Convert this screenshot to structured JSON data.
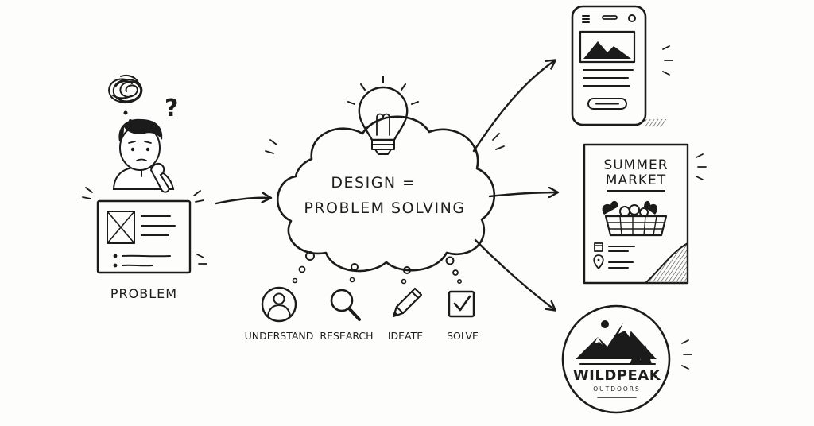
{
  "center": {
    "line1": "DESIGN =",
    "line2": "PROBLEM SOLVING"
  },
  "problem": {
    "label": "PROBLEM",
    "question_mark": "?"
  },
  "steps": [
    {
      "label": "UNDERSTAND",
      "icon": "person-icon"
    },
    {
      "label": "RESEARCH",
      "icon": "magnifier-icon"
    },
    {
      "label": "IDEATE",
      "icon": "pencil-icon"
    },
    {
      "label": "SOLVE",
      "icon": "checkbox-icon"
    }
  ],
  "poster": {
    "line1": "SUMMER",
    "line2": "MARKET"
  },
  "logo": {
    "name": "WILDPEAK",
    "sub": "OUTDOORS"
  },
  "colors": {
    "ink": "#1b1b1b",
    "paper": "#fdfdfc"
  }
}
